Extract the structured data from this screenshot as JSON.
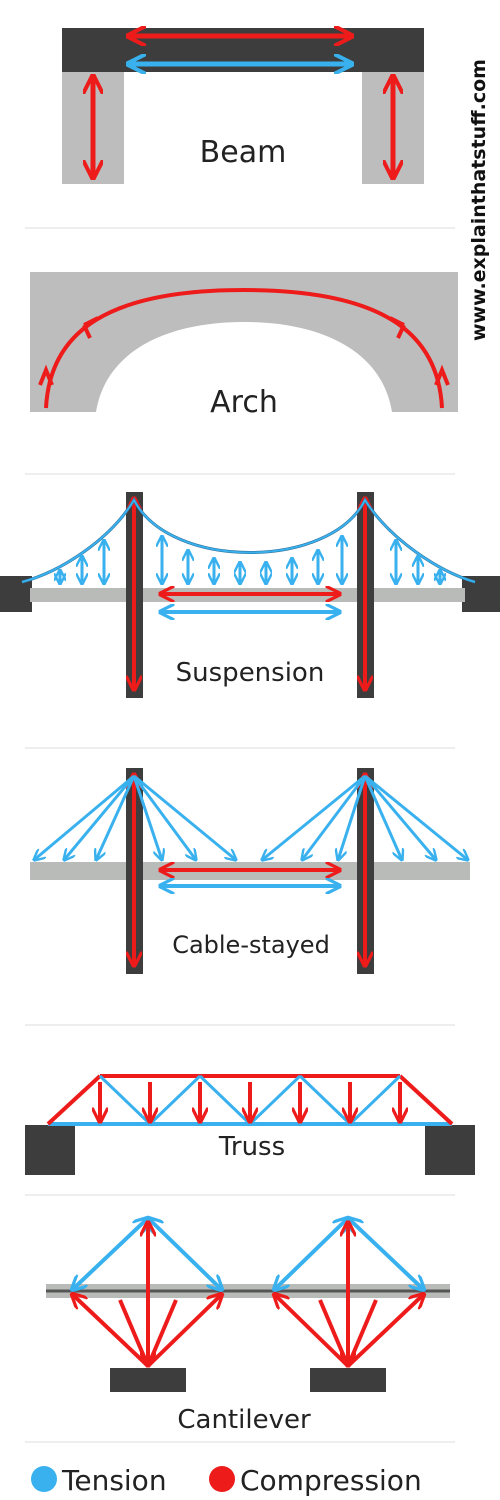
{
  "watermark": "www.explainthatstuff.com",
  "colors": {
    "tension": "#39b1ee",
    "compression": "#ee1b1b",
    "deck": "#b9bbb9",
    "dark": "#3d3d3d",
    "abutment": "#bdbdbd"
  },
  "labels": {
    "beam": "Beam",
    "arch": "Arch",
    "suspension": "Suspension",
    "cable_stayed": "Cable-stayed",
    "truss": "Truss",
    "cantilever": "Cantilever"
  },
  "legend": {
    "tension": {
      "label": "Tension",
      "color": "#39b1ee"
    },
    "compression": {
      "label": "Compression",
      "color": "#ee1b1b"
    }
  }
}
